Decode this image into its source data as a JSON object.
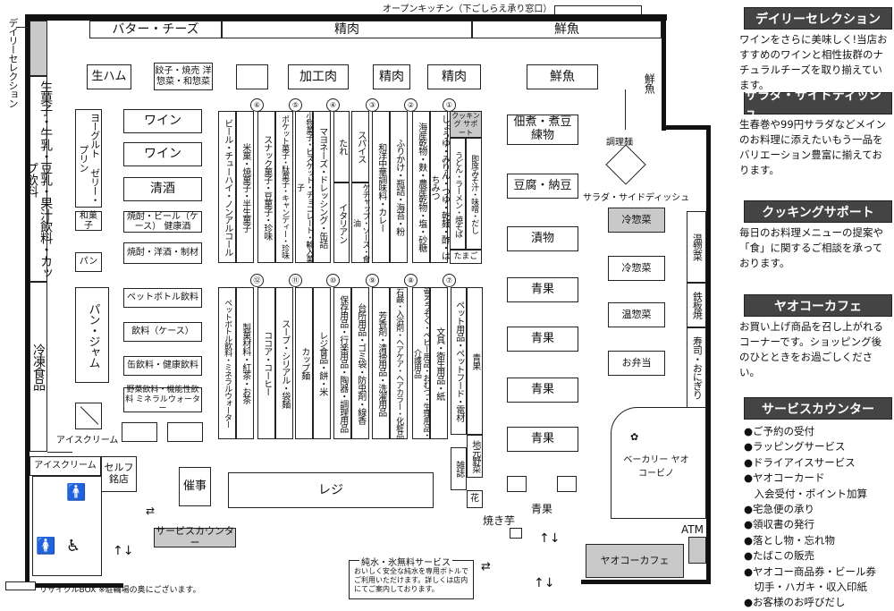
{
  "top": {
    "open_kitchen": "オープンキッチン（下ごしらえ承り窓口）",
    "butter": "バター・チーズ",
    "meat": "精肉",
    "fish": "鮮魚"
  },
  "left_vertical": {
    "daily": "デイリーセレクション",
    "dairy": "生菓子・牛乳・豆乳・果汁飲料・カップ飲料",
    "frozen": "冷凍食品"
  },
  "blocks": {
    "namaham": "生ハム",
    "gyoza": "餃子・焼売 洋惣菜・和惣菜",
    "kakoniku": "加工肉",
    "seiniku2": "精肉",
    "seiniku3": "精肉",
    "sengyo2": "鮮魚",
    "yogurt": "ヨーグルト ゼリー・プリン",
    "wine1": "ワイン",
    "wine2": "ワイン",
    "seishu": "清酒",
    "shochu": "焼酎・ビール（ケース） 健康酒",
    "yoshu": "焼酎・洋酒・制材",
    "wagashi": "和菓子",
    "pan": "パン",
    "panjam": "パン・ジャム",
    "petbottle": "ペットボトル飲料",
    "drinkcase": "飲料（ケース）",
    "can": "缶飲料・健康飲料",
    "veg_drink": "野菜飲料・機能性飲料 ミネラルウォーター",
    "icecream": "アイスクリーム",
    "icecream2": "アイスクリーム",
    "self": "セルフ 銘店",
    "saiji": "催事",
    "reji": "レジ",
    "service": "サービスカウンター",
    "tsukudani": "佃煮・煮豆 練物",
    "tofu": "豆腐・納豆",
    "tsukemono": "漬物",
    "seika1": "青果",
    "seika2": "青果",
    "seika3": "青果",
    "seika4": "青果",
    "seika5": "青果",
    "reisozai1": "冷惣菜",
    "reisozai2": "冷惣菜",
    "onsozai": "温惣菜",
    "obento": "お弁当",
    "onsozai_v": "温惣菜",
    "teppan": "鉄板焼",
    "sushi": "寿司・おにぎり",
    "sengyo_v": "鮮魚",
    "chorimen": "調理麺",
    "salad_side": "サラダ・サイドディッシュ",
    "bakery": "ベーカリー ヤオコービノ",
    "atm": "ATM",
    "yaoko_cafe": "ヤオコーカフェ",
    "yakiimo": "焼き芋",
    "jisai": "地元野菜",
    "zasshi": "雑誌",
    "hana": "花",
    "seika_bottom": "青果",
    "cooking_support": "クッキング サポート",
    "udon": "うどん・ラーメン・焼そば",
    "sokuseki": "即席みそ汁・味噌・だし",
    "tamago": "たまご"
  },
  "aisles": {
    "a1": "しょうゆ・みりん・つゆ・乾麺・酢・はちみつ",
    "a2": "海産乾物・麩・農産乾物・塩・砂糖",
    "a3a": "ふりかけ・瓶詰・海苔・粉",
    "a3b": "和洋中華調味料・カレー",
    "a4a": "スパイス",
    "a4b": "ケチャップ・ソース・食油",
    "a5a": "マヨネーズ・ドレッシング・缶詰",
    "a5b": "たれ",
    "a5c": "イタリアン",
    "a6a": "小物菓子・ビスケット・チョコレート・輸入菓子",
    "a6b": "ポケット菓子・駄菓子・キャンディー・珍味",
    "a7a": "スナック菓子・豆菓子・珍味",
    "a7b": "米菓・焼菓子・半生菓子",
    "a8": "ビール・チューハイ・ノンアルコール",
    "b7": "ペット用品・ペットフード・電材",
    "b7x": "青果",
    "b8a": "文具・衛生用品・紙",
    "b8b": "雪ろうそく・ベビー用品・おむつ・生理用品・介護用品",
    "b9a": "石鹸・入浴剤・ヘアケア・ヘアカラー・化粧品",
    "b9b": "芳香剤・清掃用品・洗濯用品",
    "b10a": "台所用品・ゴミ袋・防虫剤・線香",
    "b10b": "保存用品・行楽用品・陶器・調理用品",
    "b11a": "レジ食品・餅・米",
    "b11b": "カップ麺",
    "b12a": "スープ・シリアル・袋麺",
    "b12b": "ココア・コーヒー",
    "b13a": "製菓材料・紅茶・お茶",
    "b13b": "ペットボトル飲料・ミネラルウォーター"
  },
  "circles_top": [
    "⑥",
    "⑤",
    "④",
    "③",
    "②",
    "①"
  ],
  "circles_bottom": [
    "⑫",
    "⑪",
    "⑩",
    "⑨",
    "⑧",
    "⑦"
  ],
  "water": {
    "title": "純水・氷無料サービス",
    "desc": "おいしく安全な純水を専用ボトルでご利用いただけます。詳しくは店内にてご案内しております。"
  },
  "recycle": "リサイクルBOX ※駐輪場の奥にございます。",
  "sidebar": {
    "daily_head": "デイリーセレクション",
    "daily_text": "ワインをさらに美味しく!当店おすすめのワインと相性抜群のナチュラルチーズを取り揃えています。",
    "salad_head": "サラダ・サイドディッシュ",
    "salad_text": "生春巻や99円サラダなどメインのお料理に添えたいもう一品をバリエーション豊富に揃えております。",
    "cooking_head": "クッキングサポート",
    "cooking_text": "毎日のお料理メニューの提案や「食」に関するご相談を承っております。",
    "cafe_head": "ヤオコーカフェ",
    "cafe_text": "お買い上げ商品を召し上がれるコーナーです。ショッピング後のひとときをお過ごしください。",
    "service_head": "サービスカウンター",
    "service_items": [
      "●ご予約の受付",
      "●ラッピングサービス",
      "●ドライアイスサービス",
      "●ヤオコーカード",
      "　入会受付・ポイント加算",
      "●宅急便の承り",
      "●領収書の発行",
      "●落とし物・忘れ物",
      "●たばこの販売",
      "●ヤオコー商品券・ビール券",
      "　切手・ハガキ・収入印紙",
      "●お客様のお呼びだし"
    ]
  }
}
